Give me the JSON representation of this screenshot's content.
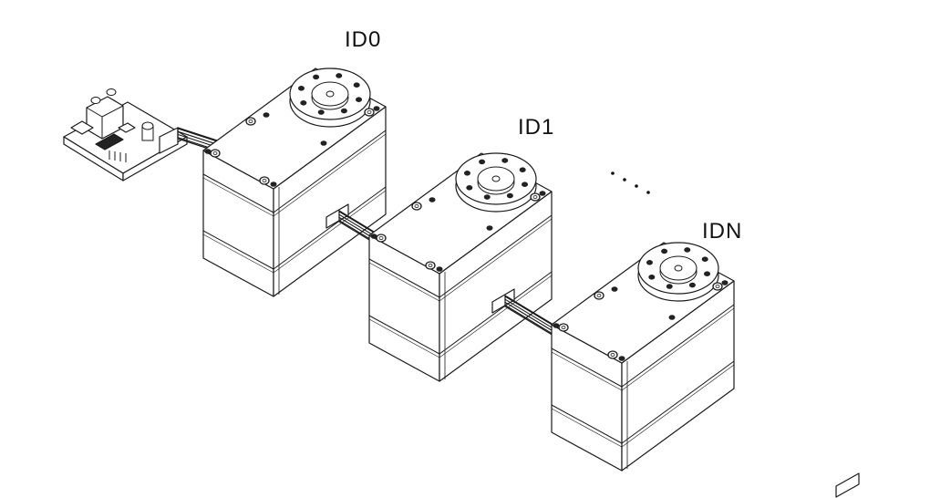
{
  "labels": {
    "servo_0": "ID0",
    "servo_1": "ID1",
    "servo_n": "IDN",
    "ellipsis": "...."
  },
  "colors": {
    "stroke": "#1a1a1a",
    "fill": "#ffffff",
    "dark": "#222222"
  }
}
